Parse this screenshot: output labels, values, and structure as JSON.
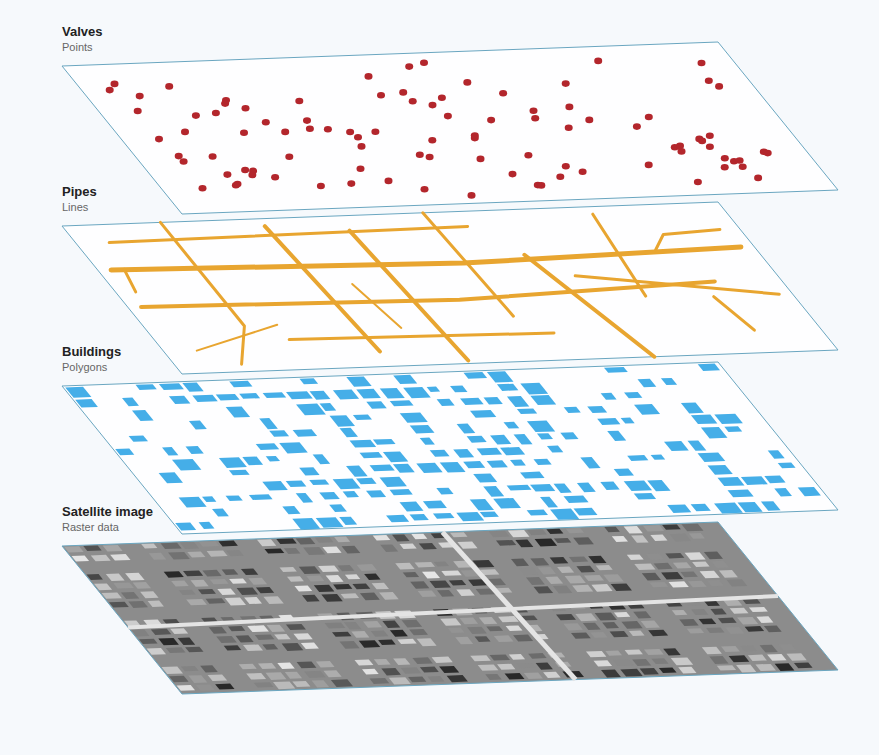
{
  "diagram": {
    "labels": [
      "Valves",
      "Points",
      "Pipes",
      "Lines",
      "Buildings",
      "Polygons",
      "Satellite image",
      "Raster data"
    ]
  }
}
